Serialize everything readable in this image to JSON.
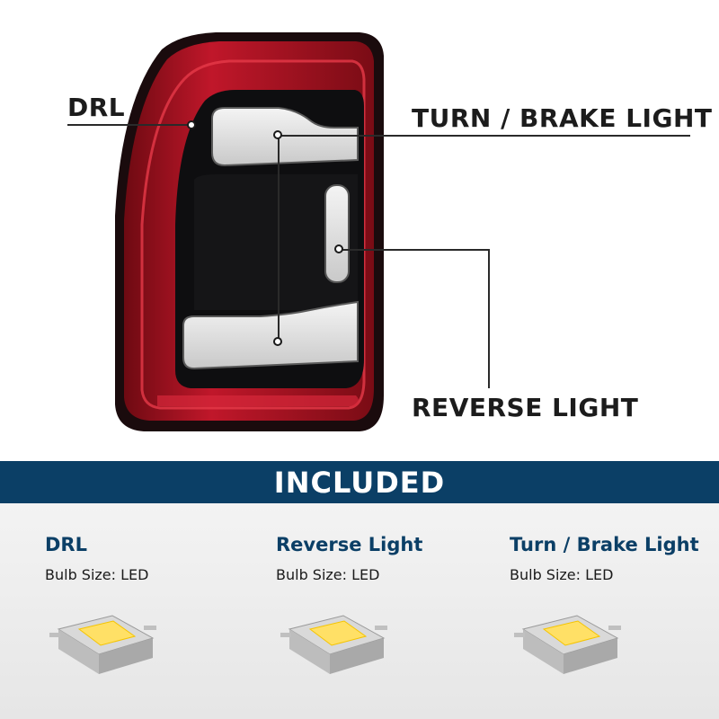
{
  "callouts": {
    "drl": "DRL",
    "turn_brake": "TURN / BRAKE LIGHT",
    "reverse": "REVERSE LIGHT"
  },
  "banner": {
    "title": "INCLUDED"
  },
  "included_items": [
    {
      "name": "DRL",
      "bulb": "Bulb Size: LED"
    },
    {
      "name": "Reverse Light",
      "bulb": "Bulb Size: LED"
    },
    {
      "name": "Turn / Brake Light",
      "bulb": "Bulb Size: LED"
    }
  ],
  "colors": {
    "banner_bg": "#0b3f66",
    "title_text": "#0b3f66",
    "lamp_red": "#b3121f",
    "lamp_dark": "#111111",
    "led_yellow": "#ffe066"
  },
  "icons": [
    "tail-light-image",
    "led-chip-icon"
  ]
}
